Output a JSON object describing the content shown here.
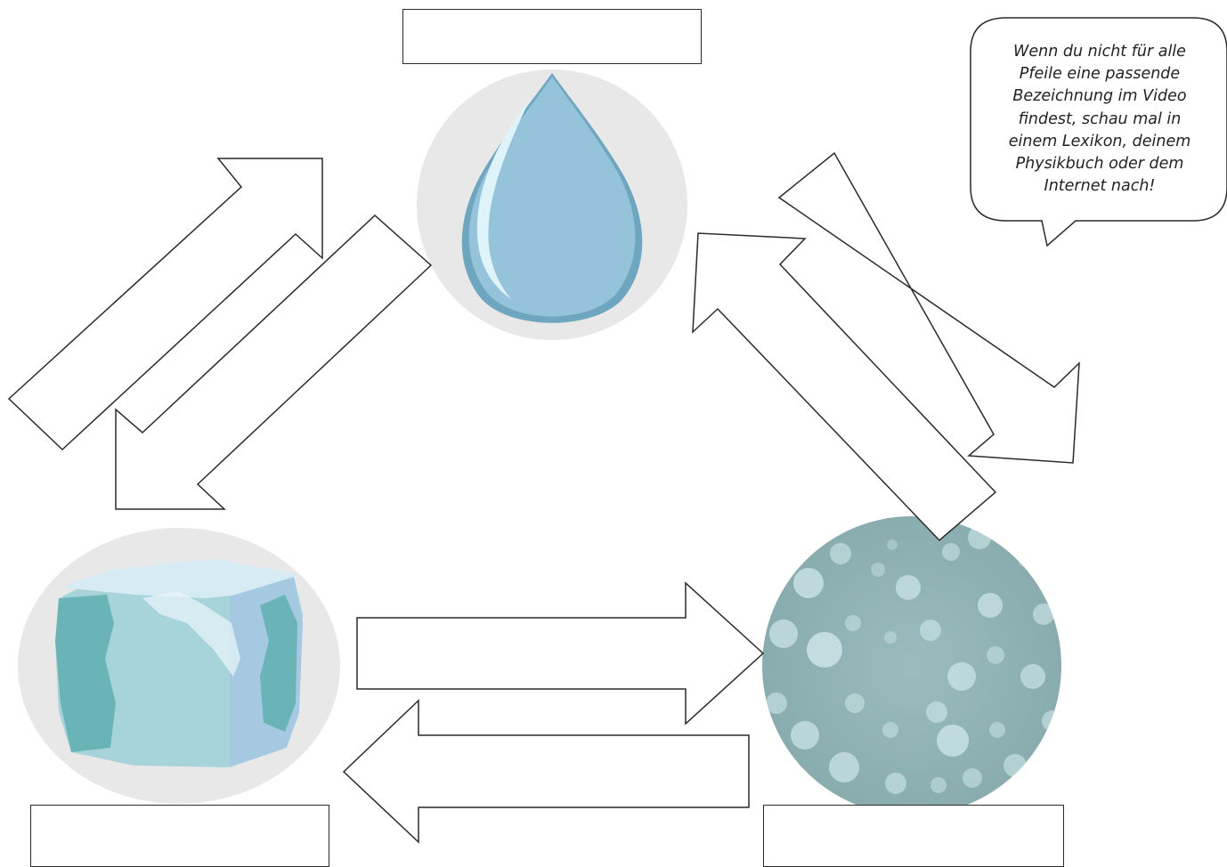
{
  "hint_bubble": {
    "text": "Wenn du nicht für alle\nPfeile eine passende\nBezeichnung im Video\nfindest, schau mal in\neinem Lexikon, deinem\nPhysikbuch oder dem\nInternet nach!"
  },
  "states": {
    "liquid": {
      "icon": "water-drop-icon",
      "label": ""
    },
    "solid": {
      "icon": "ice-cube-icon",
      "label": ""
    },
    "gas": {
      "icon": "gas-bubbles-icon",
      "label": ""
    }
  },
  "transitions": [
    {
      "from": "solid",
      "to": "liquid",
      "label": ""
    },
    {
      "from": "liquid",
      "to": "solid",
      "label": ""
    },
    {
      "from": "liquid",
      "to": "gas",
      "label": ""
    },
    {
      "from": "gas",
      "to": "liquid",
      "label": ""
    },
    {
      "from": "solid",
      "to": "gas",
      "label": ""
    },
    {
      "from": "gas",
      "to": "solid",
      "label": ""
    }
  ],
  "colors": {
    "circle_bg": "#e8e8e8",
    "drop": "#94c3da",
    "drop_dark": "#6fa6bf",
    "drop_highlight": "#dff3fb",
    "ice_light": "#cfe5ee",
    "ice_mid": "#a7d3da",
    "ice_dark": "#6ab3b6",
    "gas_bg": "#8fb1b3",
    "gas_bubble": "#cfe7ea",
    "outline": "#2a2a2a"
  }
}
